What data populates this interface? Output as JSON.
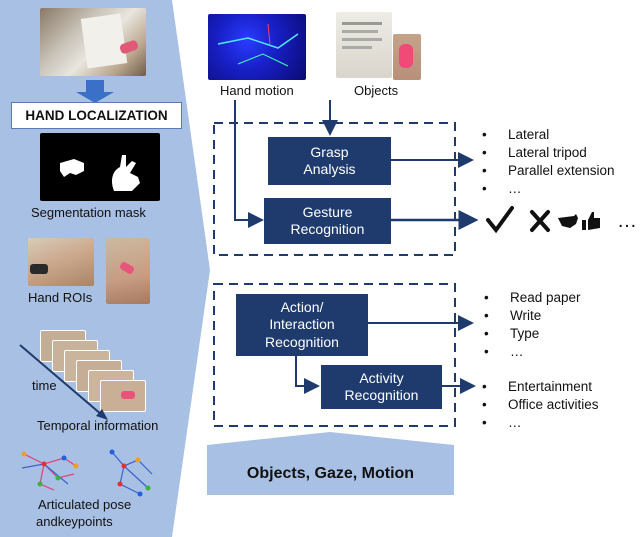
{
  "left_panel": {
    "section_title": "HAND LOCALIZATION",
    "segmentation_label": "Segmentation mask",
    "rois_label": "Hand ROIs",
    "time_label": "time",
    "temporal_label": "Temporal information",
    "pose_label_line1": "Articulated pose",
    "pose_label_line2": "andkeypoints"
  },
  "inputs": {
    "hand_motion_label": "Hand motion",
    "objects_label": "Objects"
  },
  "boxes": {
    "grasp_line1": "Grasp",
    "grasp_line2": "Analysis",
    "gesture_line1": "Gesture",
    "gesture_line2": "Recognition",
    "action_line1": "Action/",
    "action_line2": "Interaction",
    "action_line3": "Recognition",
    "activity_line1": "Activity",
    "activity_line2": "Recognition"
  },
  "grasp_outputs": [
    "Lateral",
    "Lateral tripod",
    "Parallel extension",
    "…"
  ],
  "gesture_outputs": {
    "ellipsis": "…"
  },
  "action_outputs": [
    "Read paper",
    "Write",
    "Type",
    "…"
  ],
  "activity_outputs": [
    "Entertainment",
    "Office activities",
    "…"
  ],
  "bullet_char": "•",
  "bottom_banner": "Objects, Gaze, Motion",
  "colors": {
    "panel": "#a8c0e4",
    "box": "#1f3b6e",
    "arrow": "#1f3b6e",
    "banner": "#a8c0e4"
  }
}
